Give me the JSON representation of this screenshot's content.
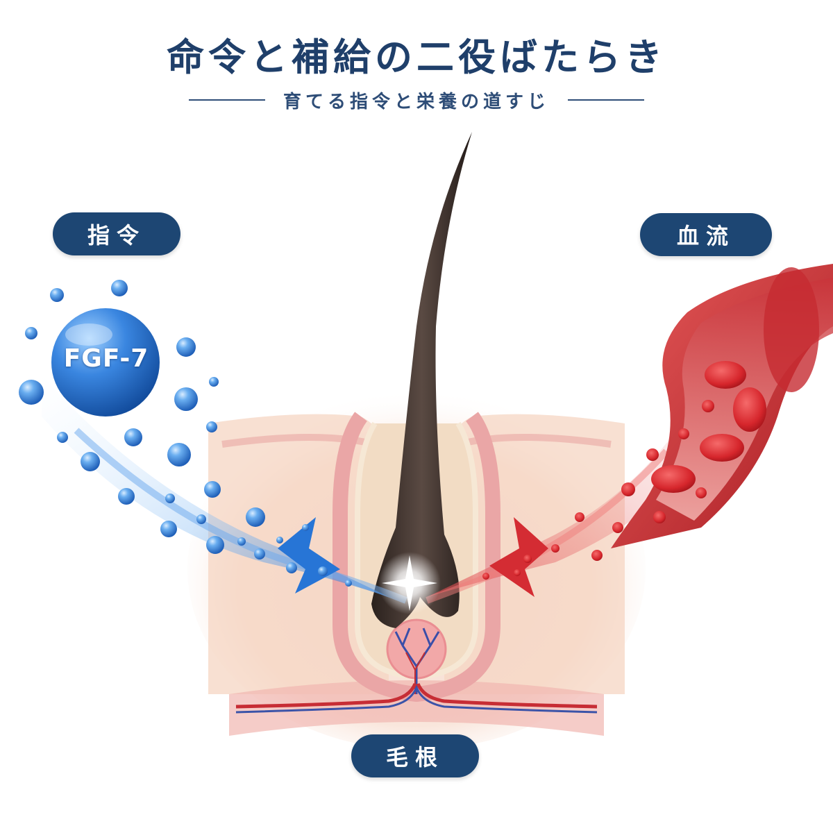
{
  "header": {
    "title": "命令と補給の二役ばたらき",
    "subtitle": "育てる指令と栄養の道すじ"
  },
  "labels": {
    "left": "指令",
    "right": "血流",
    "bottom": "毛根",
    "molecule": "FGF-7"
  },
  "colors": {
    "navy": "#1d4673",
    "blue": "#2f7fd8",
    "red": "#d1323a",
    "skin": "#f6dccd"
  }
}
